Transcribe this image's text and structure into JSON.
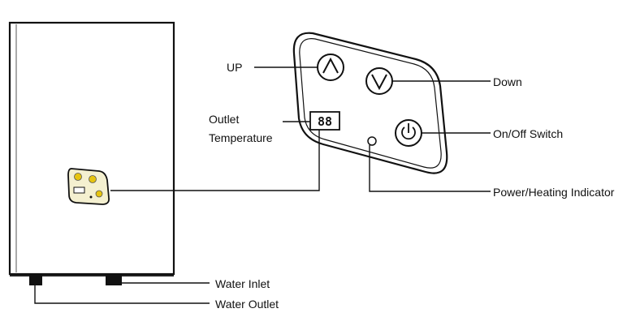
{
  "labels": {
    "up": "UP",
    "down": "Down",
    "outlet_line1": "Outlet",
    "outlet_line2": "Temperature",
    "onoff": "On/Off Switch",
    "indicator": "Power/Heating Indicator",
    "water_inlet": "Water Inlet",
    "water_outlet": "Water Outlet"
  },
  "display": {
    "digits": "88"
  },
  "colors": {
    "line": "#111111",
    "panel_small_bg": "#f3efc8",
    "small_button": "#e0c010"
  }
}
